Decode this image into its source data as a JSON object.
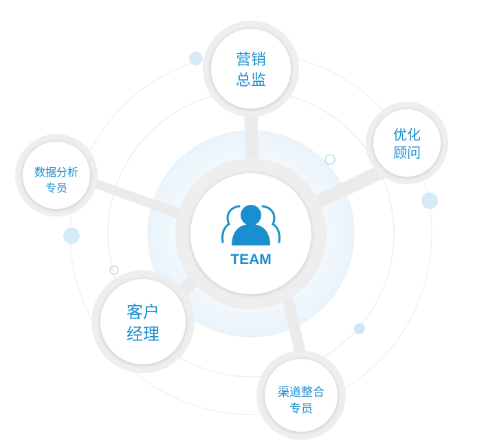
{
  "center": {
    "label": "TEAM",
    "icon": "team-people-icon",
    "color": "#1a8fcf"
  },
  "roles": [
    {
      "id": "marketing-director",
      "lines": [
        "营销",
        "总监"
      ]
    },
    {
      "id": "optimization-consultant",
      "lines": [
        "优化",
        "顾问"
      ]
    },
    {
      "id": "data-analyst",
      "lines": [
        "数据分析",
        "专员"
      ]
    },
    {
      "id": "account-manager",
      "lines": [
        "客户",
        "经理"
      ]
    },
    {
      "id": "channel-integration",
      "lines": [
        "渠道整合",
        "专员"
      ]
    }
  ],
  "colors": {
    "accent": "#1a8fcf",
    "ring": "#e8e8e8",
    "bubble": "#cfe6f5"
  }
}
